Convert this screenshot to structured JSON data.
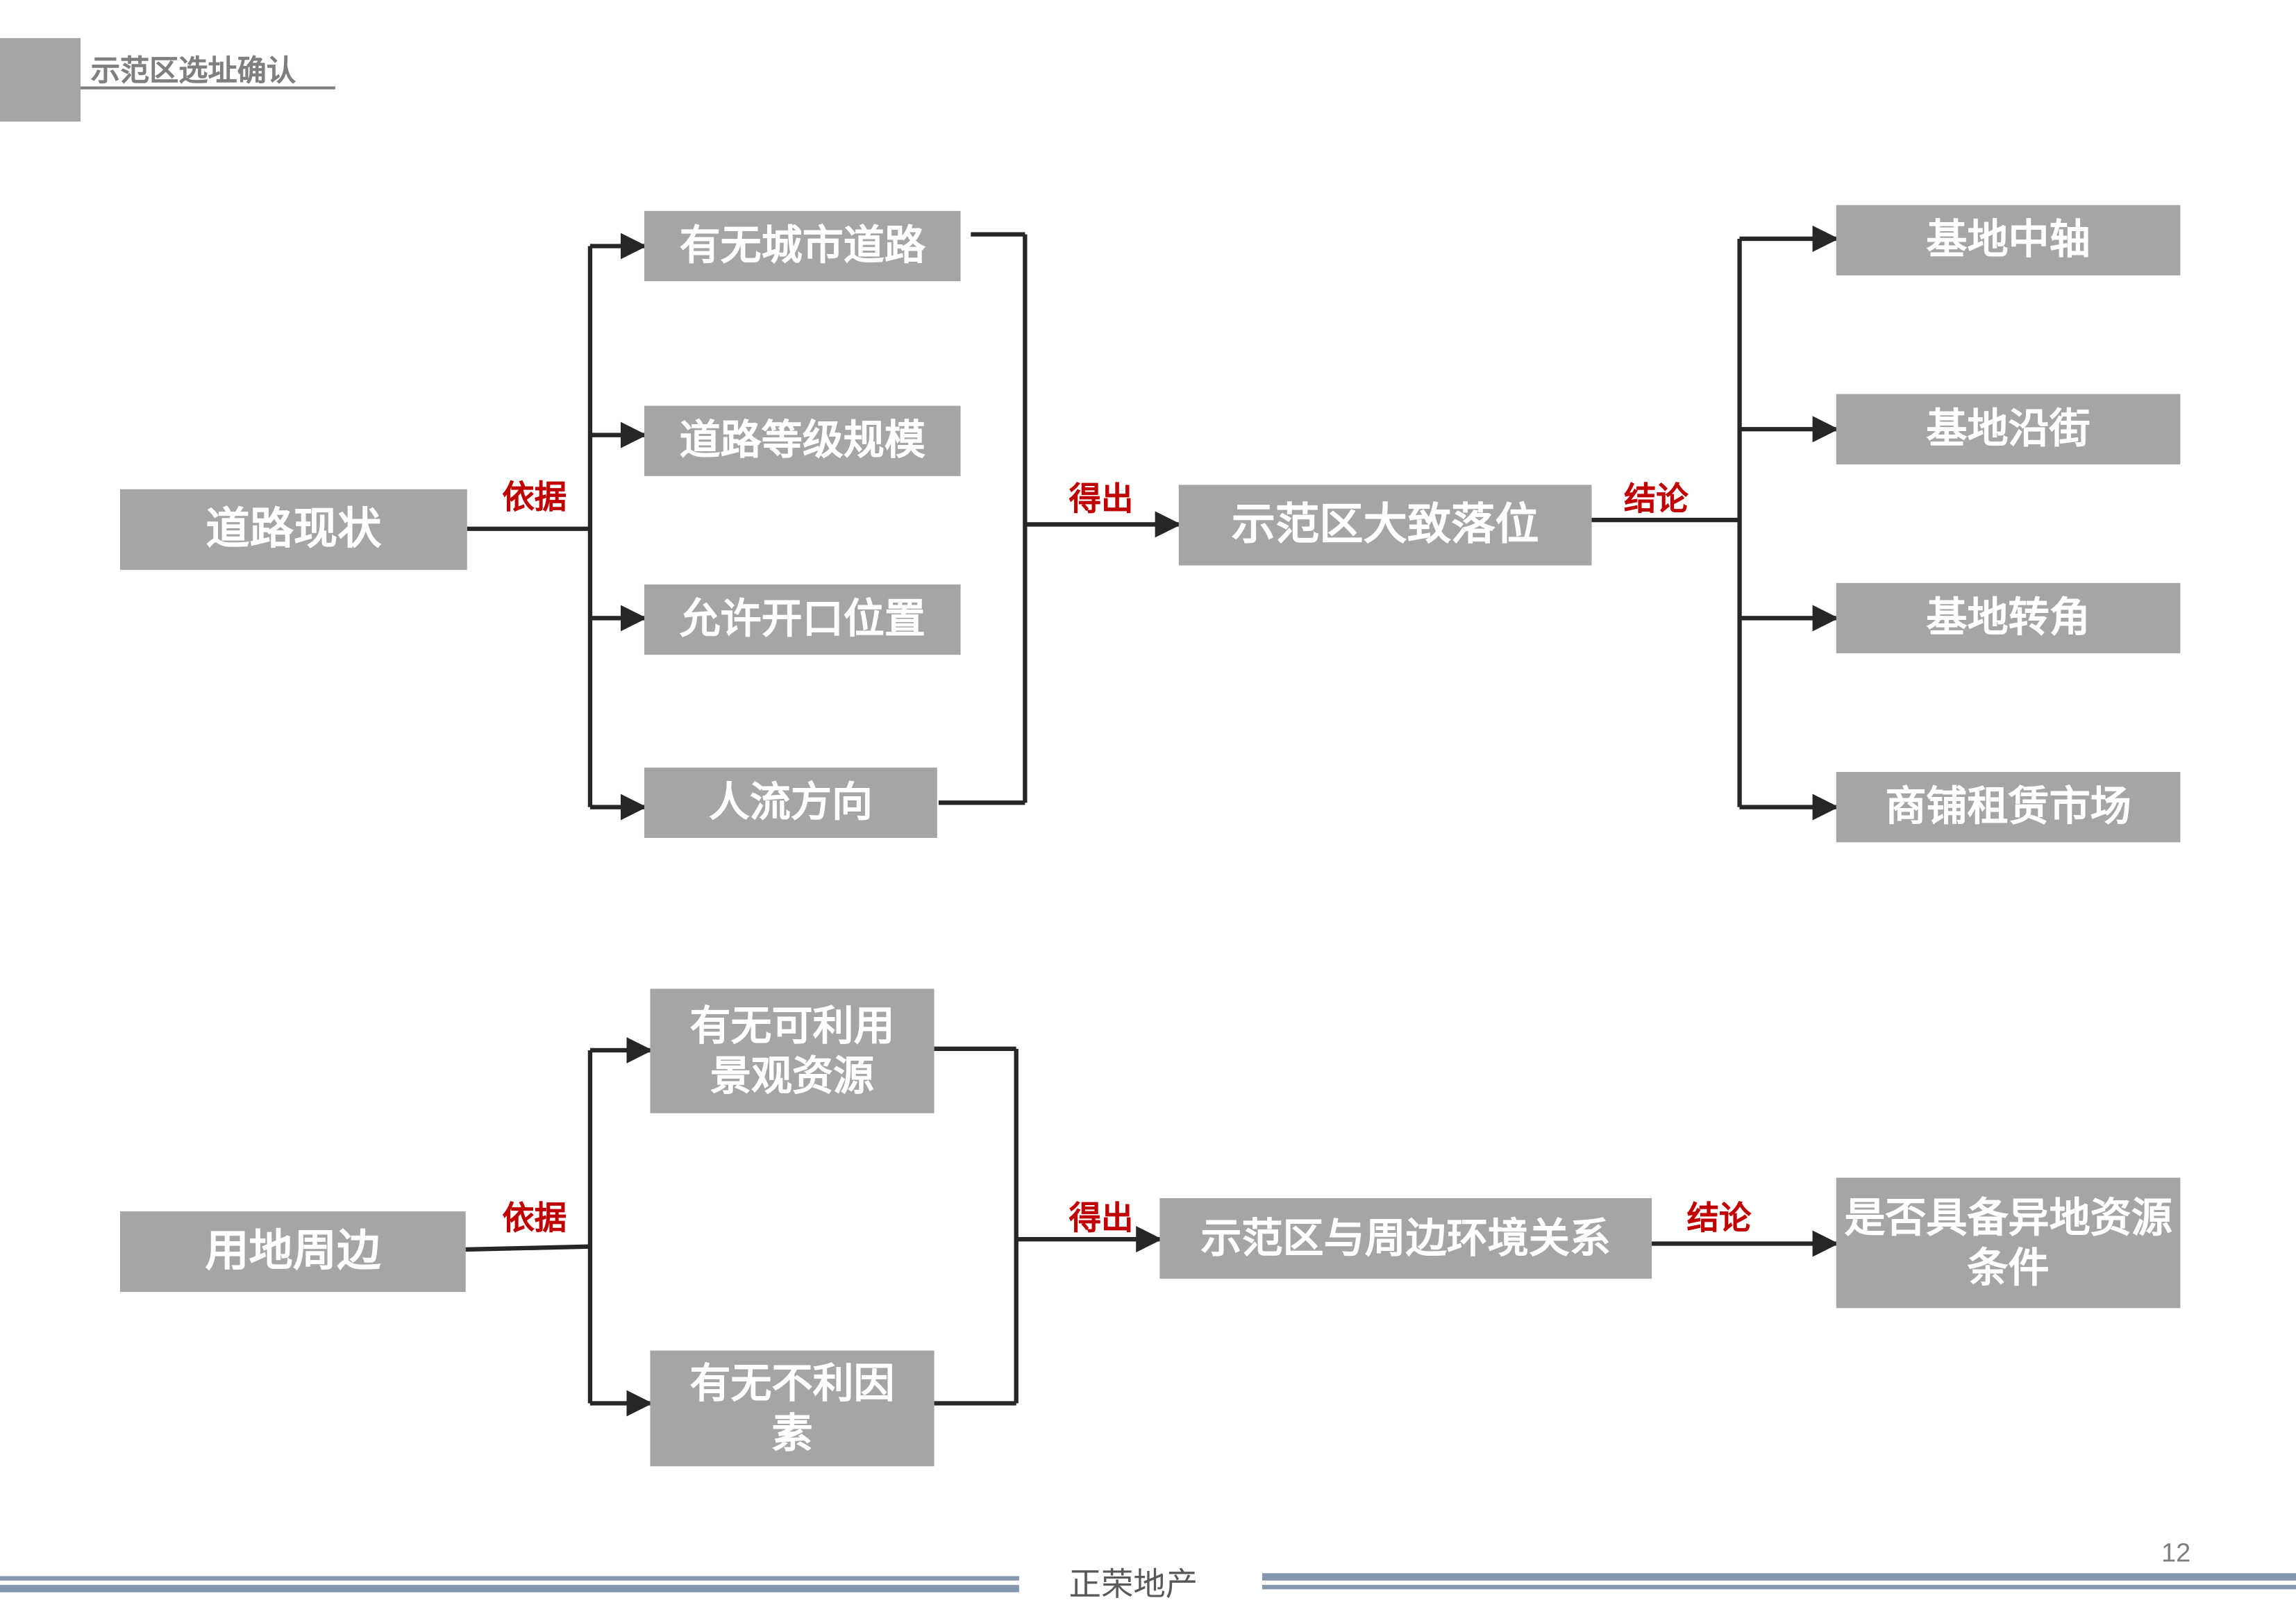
{
  "header": {
    "title": "示范区选址确认"
  },
  "colors": {
    "box": "#a5a5a5",
    "box_text": "#ffffff",
    "label": "#c00000",
    "line": "#262626",
    "footer_bar": "#8497b0"
  },
  "flow1": {
    "source": "道路现状",
    "basis_label": "依据",
    "factors": [
      "有无城市道路",
      "道路等级规模",
      "允许开口位置",
      "人流方向"
    ],
    "result_label": "得出",
    "result": "示范区大致落位",
    "conclusion_label": "结论",
    "conclusions": [
      "基地中轴",
      "基地沿街",
      "基地转角",
      "商铺租赁市场"
    ]
  },
  "flow2": {
    "source": "用地周边",
    "basis_label": "依据",
    "factors": [
      "有无可利用景观资源",
      "有无不利因素"
    ],
    "result_label": "得出",
    "result": "示范区与周边环境关系",
    "conclusion_label": "结论",
    "conclusion": "是否具备异地资源条件"
  },
  "footer": {
    "company": "正荣地产",
    "page_number": "12"
  }
}
